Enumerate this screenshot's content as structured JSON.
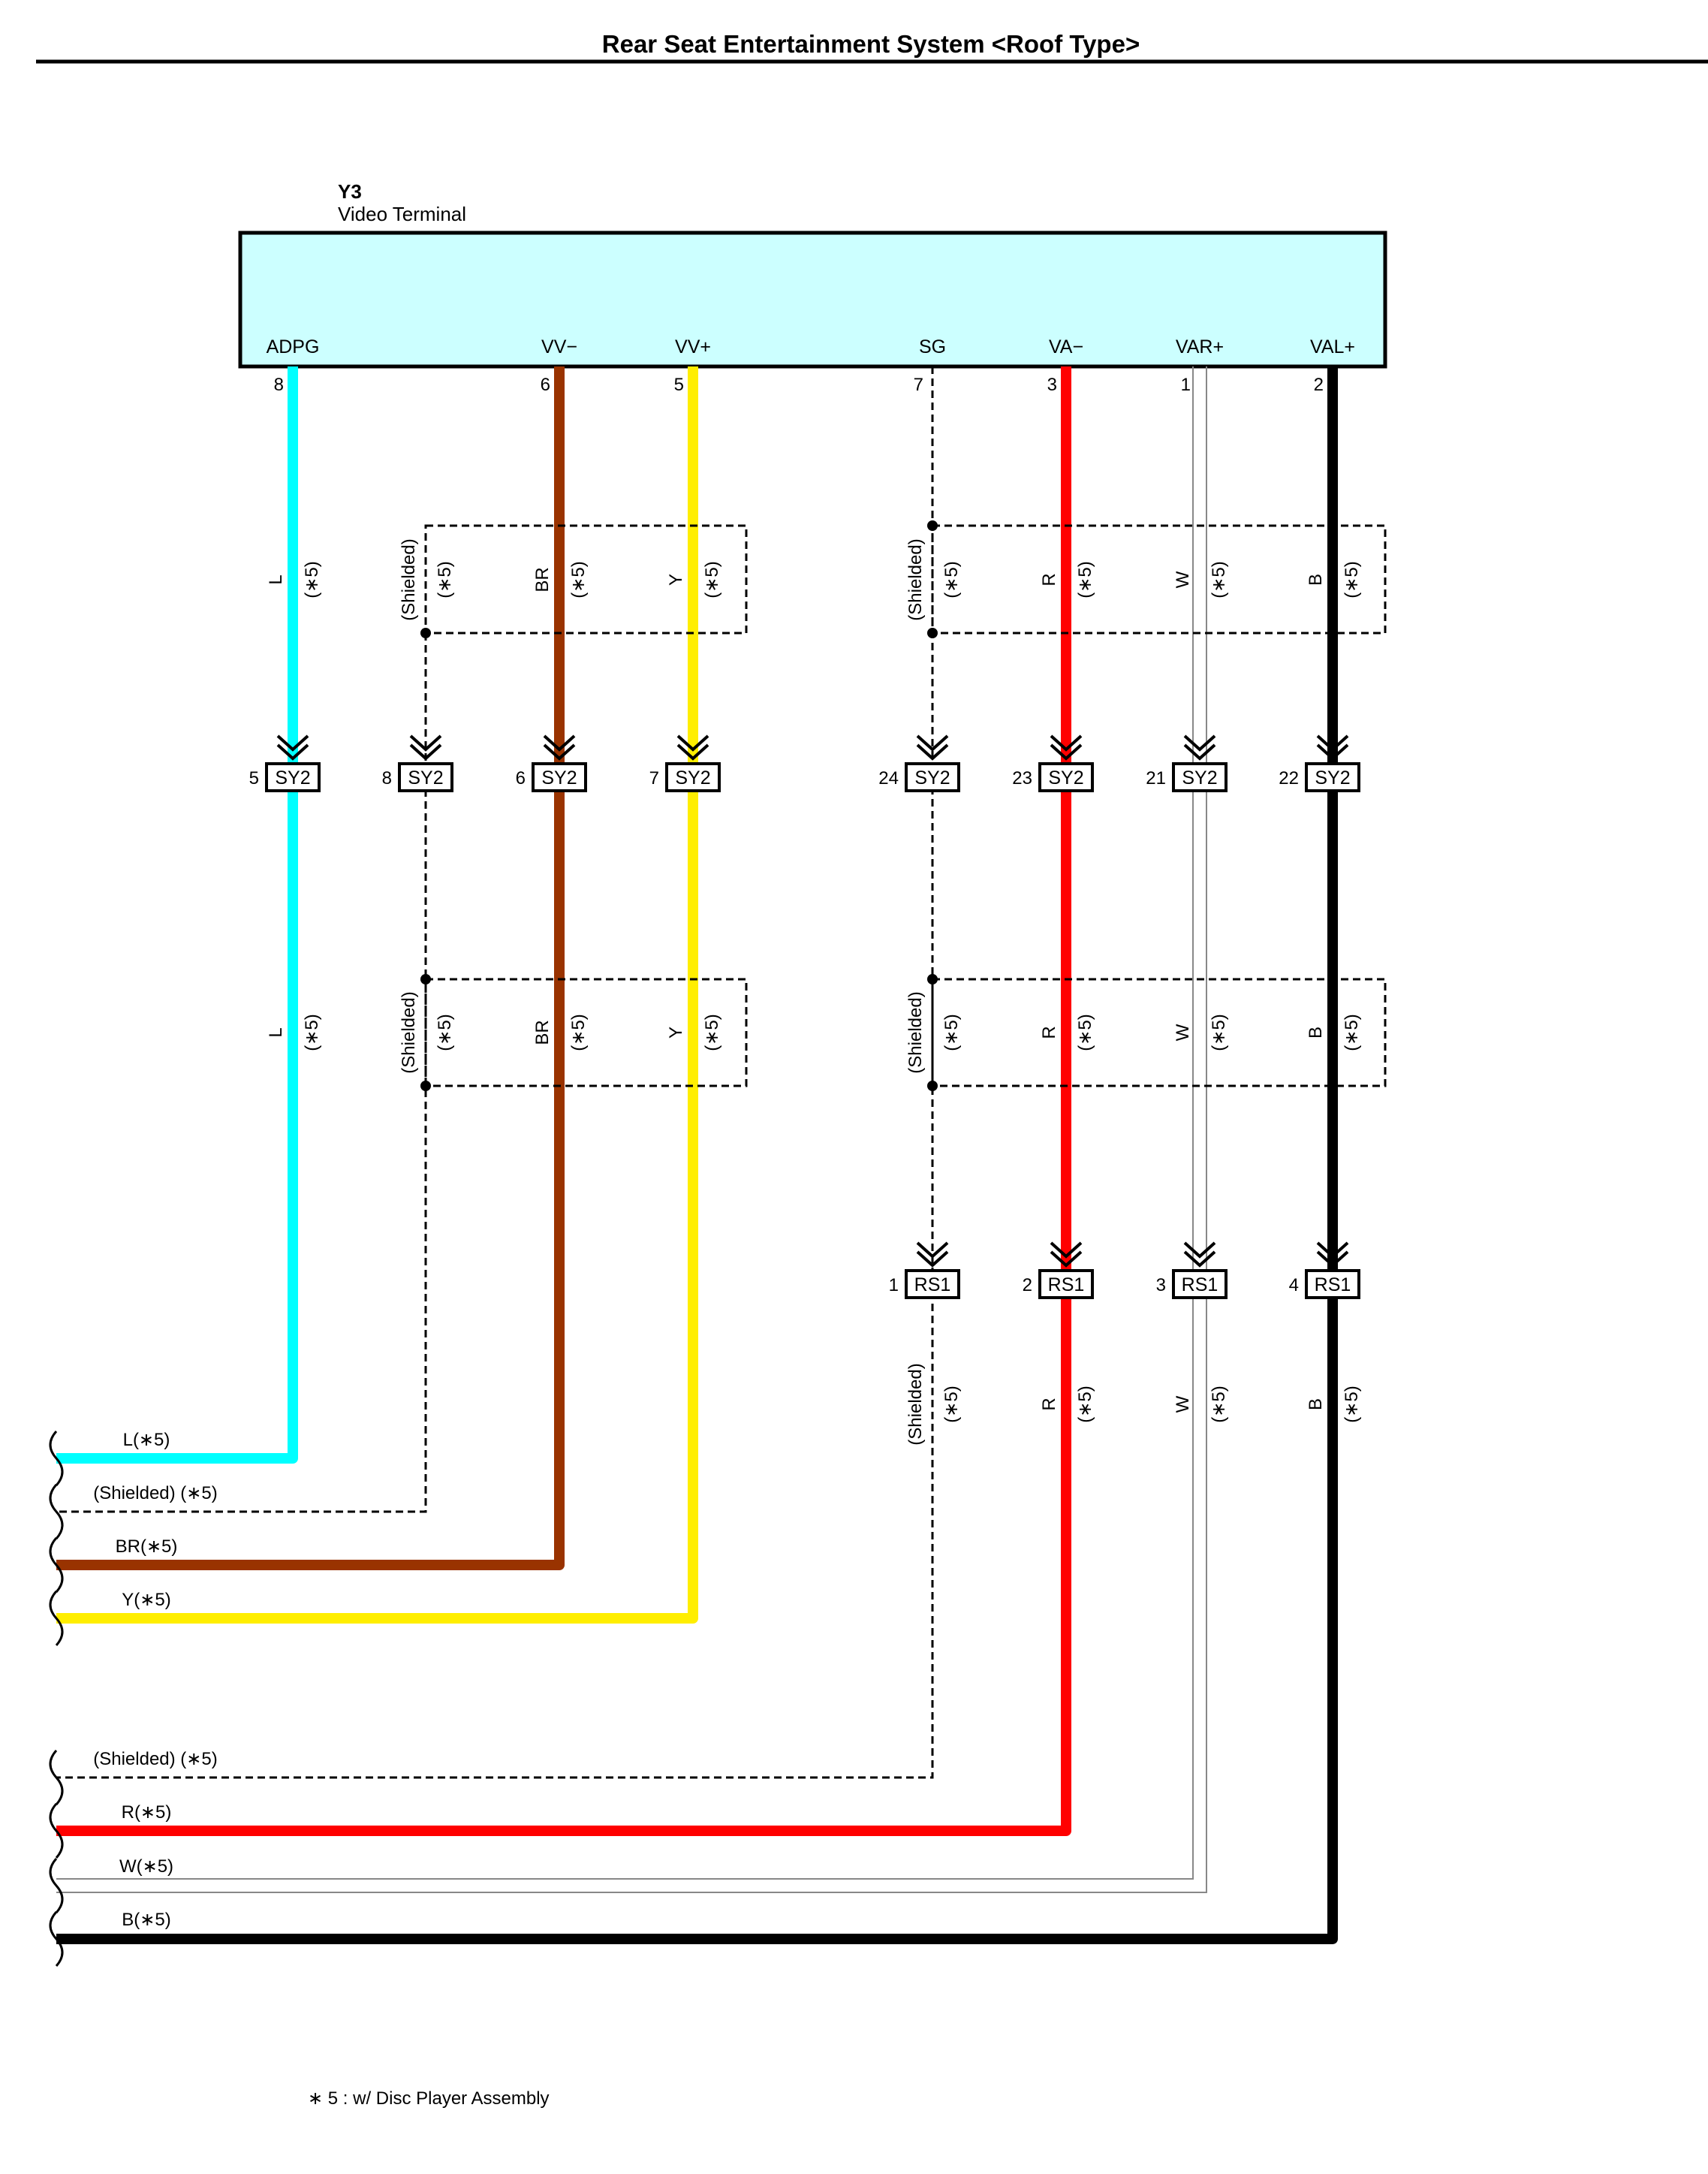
{
  "title": "Rear Seat Entertainment System <Roof Type>",
  "component": {
    "id": "Y3",
    "name": "Video Terminal",
    "fill": "#ccffff"
  },
  "pins": [
    {
      "name": "ADPG",
      "num": "8"
    },
    {
      "name": "VV−",
      "num": "6"
    },
    {
      "name": "VV+",
      "num": "5"
    },
    {
      "name": "SG",
      "num": "7"
    },
    {
      "name": "VA−",
      "num": "3"
    },
    {
      "name": "VAR+",
      "num": "1"
    },
    {
      "name": "VAL+",
      "num": "2"
    }
  ],
  "wires": [
    {
      "color_code": "L",
      "tag": "(∗5)",
      "color": "#00ffff"
    },
    {
      "color_code": "(Shielded)",
      "tag": "(∗5)",
      "color": "#000000"
    },
    {
      "color_code": "BR",
      "tag": "(∗5)",
      "color": "#993300"
    },
    {
      "color_code": "Y",
      "tag": "(∗5)",
      "color": "#ffee00"
    },
    {
      "color_code": "(Shielded)",
      "tag": "(∗5)",
      "color": "#000000"
    },
    {
      "color_code": "R",
      "tag": "(∗5)",
      "color": "#ff0000"
    },
    {
      "color_code": "W",
      "tag": "(∗5)",
      "color": "#ffffff"
    },
    {
      "color_code": "B",
      "tag": "(∗5)",
      "color": "#000000"
    }
  ],
  "connector_sy2": {
    "label": "SY2",
    "pins": [
      "5",
      "8",
      "6",
      "7",
      "24",
      "23",
      "21",
      "22"
    ]
  },
  "connector_rs1": {
    "label": "RS1",
    "pins": [
      "1",
      "2",
      "3",
      "4"
    ]
  },
  "terminations": [
    "L(∗5)",
    "(Shielded) (∗5)",
    "BR(∗5)",
    "Y(∗5)",
    "(Shielded) (∗5)",
    "R(∗5)",
    "W(∗5)",
    "B(∗5)"
  ],
  "footnote": "∗ 5 : w/ Disc Player Assembly"
}
